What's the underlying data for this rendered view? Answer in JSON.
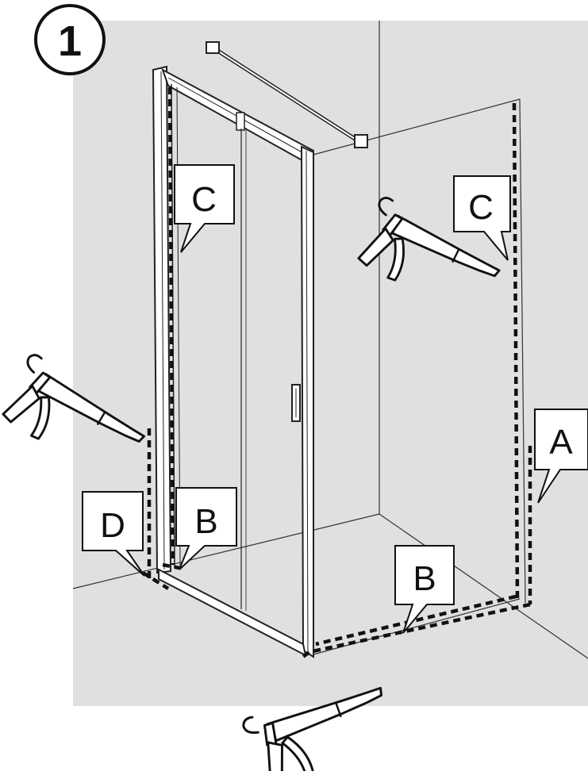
{
  "step": {
    "number": "1"
  },
  "callouts": {
    "c_left": "C",
    "c_right": "C",
    "a": "A",
    "b_left": "B",
    "b_floor": "B",
    "d": "D"
  },
  "colors": {
    "wall": "#e0e0e0",
    "line": "#1a1a1a",
    "background": "#ffffff"
  },
  "icons": [
    "silicone-gun-icon"
  ]
}
